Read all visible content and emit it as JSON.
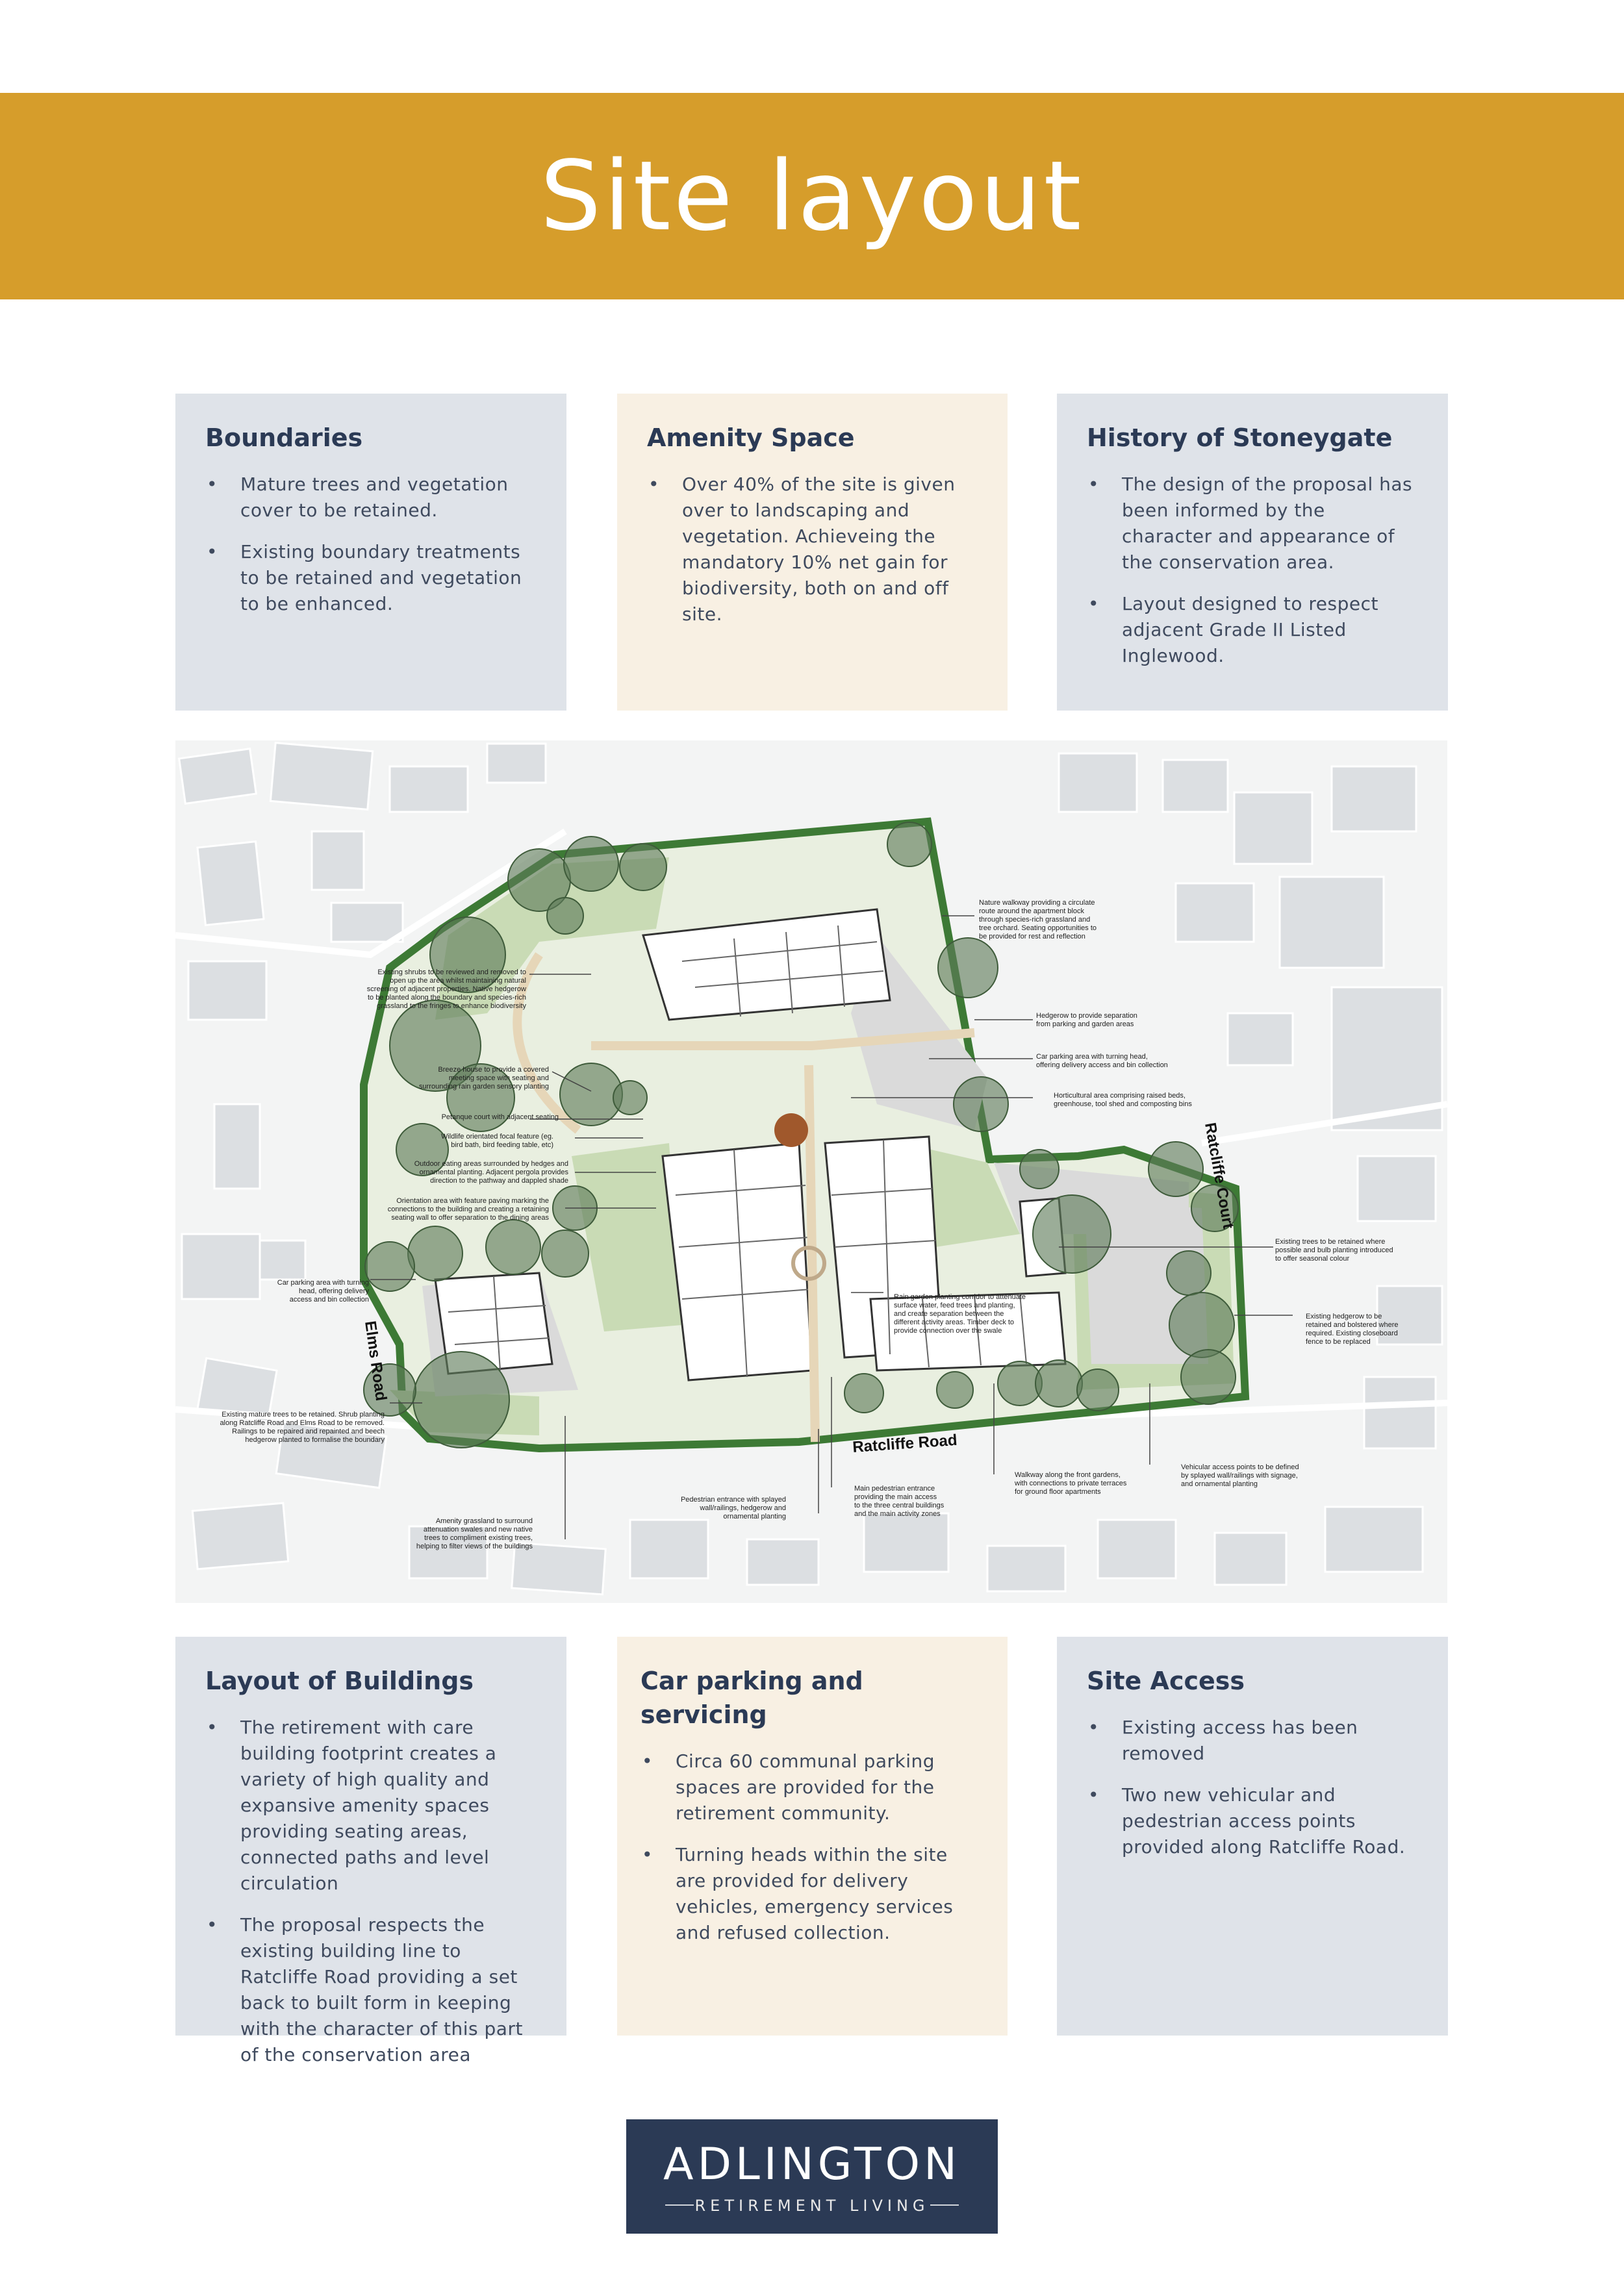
{
  "header": {
    "title": "Site layout",
    "bg": "#d69d2b"
  },
  "panels": {
    "boundaries": {
      "title": "Boundaries",
      "items": [
        "Mature trees and vegetation cover to be retained.",
        "Existing boundary treatments to be retained and vegetation to be enhanced."
      ]
    },
    "amenity": {
      "title": "Amenity Space",
      "items": [
        "Over 40% of the site is given over to landscaping and vegetation.  Achieveing the mandatory 10% net gain for biodiversity, both on and off site."
      ]
    },
    "history": {
      "title": "History of Stoneygate",
      "items": [
        "The design of the proposal has been informed by the character and appearance of the conservation area.",
        "Layout designed to respect adjacent Grade II Listed Inglewood."
      ]
    },
    "layout": {
      "title": "Layout of Buildings",
      "items": [
        "The retirement with care building footprint creates a variety of high quality and expansive amenity spaces providing seating areas, connected paths and level circulation",
        "The proposal respects the existing building line to Ratcliffe Road providing a set back to built form in keeping with the character of this part of the conservation area"
      ]
    },
    "parking": {
      "title": "Car parking and servicing",
      "items": [
        "Circa 60 communal parking spaces are provided for the retirement community.",
        "Turning heads within the site are provided for delivery vehicles, emergency services and refused collection."
      ]
    },
    "access": {
      "title": "Site Access",
      "items": [
        "Existing access has been removed",
        "Two new vehicular and pedestrian access points provided along Ratcliffe Road."
      ]
    }
  },
  "map": {
    "roads": {
      "ratcliffe_road": "Ratcliffe Road",
      "ratcliffe_court": "Ratcliffe Court",
      "elms_road": "Elms Road"
    },
    "annotations": {
      "nature_walkway": [
        "Nature walkway providing a circulate",
        "route around the apartment block",
        "through species-rich grassland and",
        "tree orchard.  Seating opportunities to",
        "be provided for rest and reflection"
      ],
      "existing_shrubs": [
        "Existing shrubs to be reviewed and removed to",
        "open up the area whilst maintaining natural",
        "screening of adjacent properties.  Native hedgerow",
        "to be planted along the boundary and species-rich",
        "grassland to the fringes to enhance biodiversity"
      ],
      "hedgerow_separation": [
        "Hedgerow to provide separation",
        "from parking and garden areas"
      ],
      "car_parking_turning": [
        "Car parking area with turning head,",
        "offering delivery access and bin collection"
      ],
      "breeze_house": [
        "Breeze house to provide a covered",
        "meeting space with seating and",
        "surrounding rain garden sensory planting"
      ],
      "horticultural": [
        "Horticultural area comprising raised beds,",
        "greenhouse, tool shed and composting bins"
      ],
      "petanque": [
        "Petanque court with adjacent seating"
      ],
      "wildlife": [
        "Wildlife orientated focal feature (eg.",
        "bird bath, bird feeding table, etc)"
      ],
      "outdoor_eating": [
        "Outdoor eating areas surrounded by hedges and",
        "ornamental planting.  Adjacent pergola provides",
        "direction to the pathway and dappled shade"
      ],
      "orientation": [
        "Orientation area with feature paving marking the",
        "connections to the building and creating a retaining",
        "seating wall to offer separation to the dining areas"
      ],
      "existing_trees_bulb": [
        "Existing trees to be retained where",
        "possible and bulb planting introduced",
        "to offer seasonal colour"
      ],
      "car_parking_west": [
        "Car parking area with turning",
        "head, offering delivery",
        "access and bin collection"
      ],
      "rain_garden": [
        "Rain garden planting corridor to attenuate",
        "surface water, feed trees and planting,",
        "and create separation between the",
        "different activity areas.  Timber deck to",
        "provide connection over the swale"
      ],
      "existing_hedgerow": [
        "Existing hedgerow to be",
        "retained and bolstered where",
        "required.  Existing closeboard",
        "fence to be replaced"
      ],
      "mature_trees": [
        "Existing mature trees to be retained.  Shrub planting",
        "along Ratcliffe Road and Elms Road to be removed.",
        "Railings to be repaired and repainted and beech",
        "hedgerow planted to formalise the boundary"
      ],
      "vehicular_access": [
        "Vehicular access points to be defined",
        "by splayed wall/railings with signage,",
        "and ornamental planting"
      ],
      "walkway_front": [
        "Walkway along the front gardens,",
        "with connections to private terraces",
        "for ground floor apartments"
      ],
      "main_pedestrian": [
        "Main pedestrian entrance",
        "providing the main access",
        "to the three central buildings",
        "and the main activity zones"
      ],
      "pedestrian_entrance": [
        "Pedestrian entrance with splayed",
        "wall/railings, hedgerow and",
        "ornamental planting"
      ],
      "amenity_grassland": [
        "Amenity grassland to surround",
        "attenuation swales and new native",
        "trees to compliment existing trees,",
        "helping to filter views of the buildings"
      ]
    }
  },
  "logo": {
    "name": "ADLINGTON",
    "tagline": "RETIREMENT LIVING"
  },
  "colors": {
    "navy": "#2b3a55",
    "gold": "#d69d2b",
    "grey_panel": "#dfe3e9",
    "cream_panel": "#f8f0e3"
  }
}
